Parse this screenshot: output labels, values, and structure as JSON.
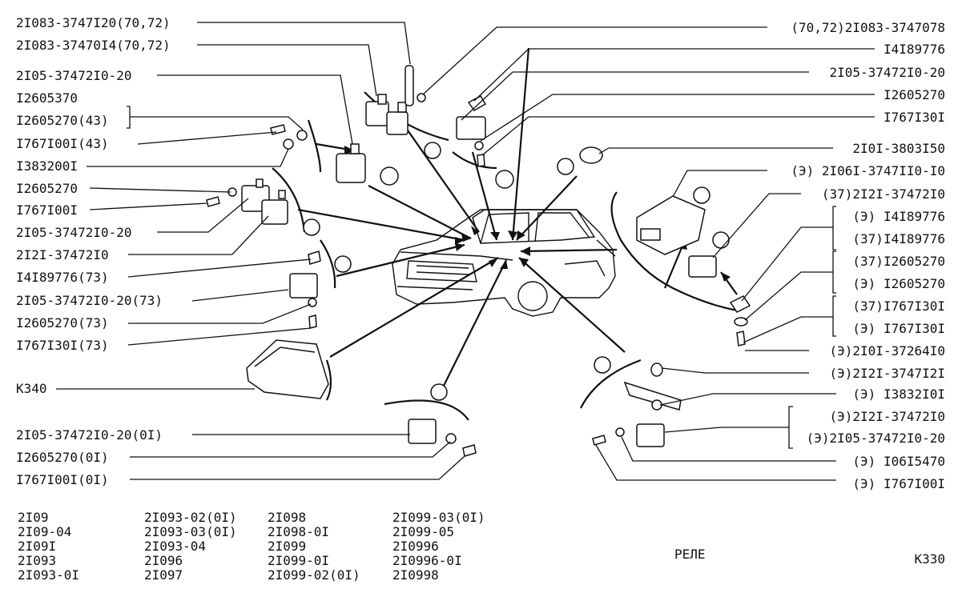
{
  "left_labels": [
    "2I083-3747I20(70,72)",
    "2I083-37470I4(70,72)",
    "2I05-37472I0-20",
    "I2605370",
    "I2605270(43)",
    "I767I00I(43)",
    "I383200I",
    "I2605270",
    "I767I00I",
    "2I05-37472I0-20",
    "2I2I-37472I0",
    "I4I89776(73)",
    "2I05-37472I0-20(73)",
    "I2605270(73)",
    "I767I30I(73)",
    "K340",
    "2I05-37472I0-20(0I)",
    "I2605270(0I)",
    "I767I00I(0I)"
  ],
  "right_labels": [
    "(70,72)2I083-3747078",
    "I4I89776",
    "2I05-37472I0-20",
    "I2605270",
    "I767I30I",
    "2I0I-3803I50",
    "(Э) 2I06I-3747II0-I0",
    "(37)2I2I-37472I0",
    "(Э) I4I89776",
    "(37)I4I89776",
    "(37)I2605270",
    "(Э) I2605270",
    "(37)I767I30I",
    "(Э) I767I30I",
    "(Э)2I0I-37264I0",
    "(Э)2I2I-3747I2I",
    "(Э) I3832I0I",
    "(Э)2I2I-37472I0",
    "(Э)2I05-37472I0-20",
    "(Э) I06I5470",
    "(Э) I767I00I"
  ],
  "models": [
    [
      "2I09",
      "2I09-04",
      "2I09I",
      "2I093",
      "2I093-0I"
    ],
    [
      "2I093-02(0I)",
      "2I093-03(0I)",
      "2I093-04",
      "2I096",
      "2I097"
    ],
    [
      "2I098",
      "2I098-0I",
      "2I099",
      "2I099-0I",
      "2I099-02(0I)"
    ],
    [
      "2I099-03(0I)",
      "2I099-05",
      "2I0996",
      "2I0996-0I",
      "2I0998"
    ]
  ],
  "caption": "РЕЛЕ",
  "page_code": "K330"
}
